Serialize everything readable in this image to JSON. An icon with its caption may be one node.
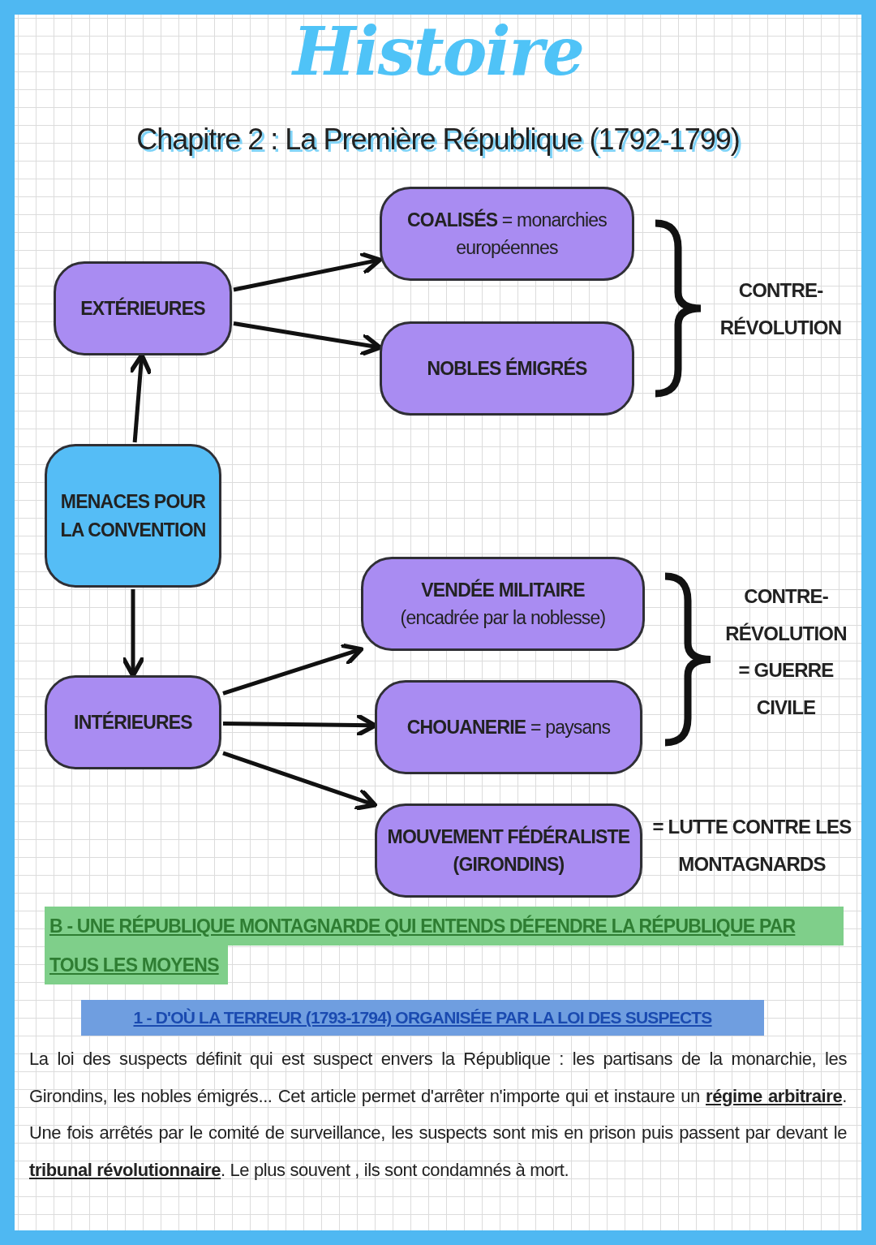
{
  "diagram": {
    "title": "Histoire",
    "nodes": [
      {
        "text": [
          "EXTÉRIEURES"
        ]
      },
      {
        "text": [
          "**COALISÉS** = monarchies européennes"
        ]
      },
      {
        "text": [
          "NOBLES ÉMIGRÉS"
        ]
      },
      {
        "text": [
          "MENACES POUR LA CONVENTION"
        ]
      },
      {
        "text": [
          "INTÉRIEURES"
        ]
      },
      {
        "text": [
          "VENDÉE MILITAIRE",
          "(encadrée par la noblesse)"
        ]
      },
      {
        "text": [
          "**CHOUANERIE** = paysans"
        ]
      },
      {
        "text": [
          "MOUVEMENT FÉDÉRALISTE (GIRONDINS)"
        ],
        "beside": [
          "= LUTTE CONTRE LES MONTAGNARDS"
        ]
      }
    ],
    "edges": [
      {
        "from": 3,
        "to": 0,
        "arrow": "to"
      },
      {
        "from": 3,
        "to": 4,
        "arrow": "to"
      },
      {
        "from": 0,
        "to": 1,
        "arrow": "to"
      },
      {
        "from": 0,
        "to": 2,
        "arrow": "to"
      },
      {
        "from": 4,
        "to": 5,
        "arrow": "to"
      },
      {
        "from": 4,
        "to": 6,
        "arrow": "to"
      },
      {
        "from": 4,
        "to": 7,
        "arrow": "to"
      }
    ],
    "labels": [
      "Chapitre 2 : La Première République (1792-1799)",
      "CONTRE-RÉVOLUTION",
      "CONTRE-RÉVOLUTION = GUERRE CIVILE",
      "B - UNE RÉPUBLIQUE MONTAGNARDE QUI ENTENDS DÉFENDRE LA RÉPUBLIQUE PAR TOUS LES MOYENS",
      "1 - D'OÙ LA TERREUR (1793-1794) ORGANISÉE PAR LA LOI DES SUSPECTS",
      "La loi des suspects définit qui est suspect envers la République : les partisans de la monarchie, les Girondins, les nobles émigrés... Cet article permet d'arrêter n'importe qui et instaure un **régime arbitraire**. Une fois arrêtés par le comité de surveillance, les suspects sont mis en prison puis passent par devant le **tribunal révolutionnaire**. Le plus souvent , ils sont condamnés à mort."
    ]
  }
}
